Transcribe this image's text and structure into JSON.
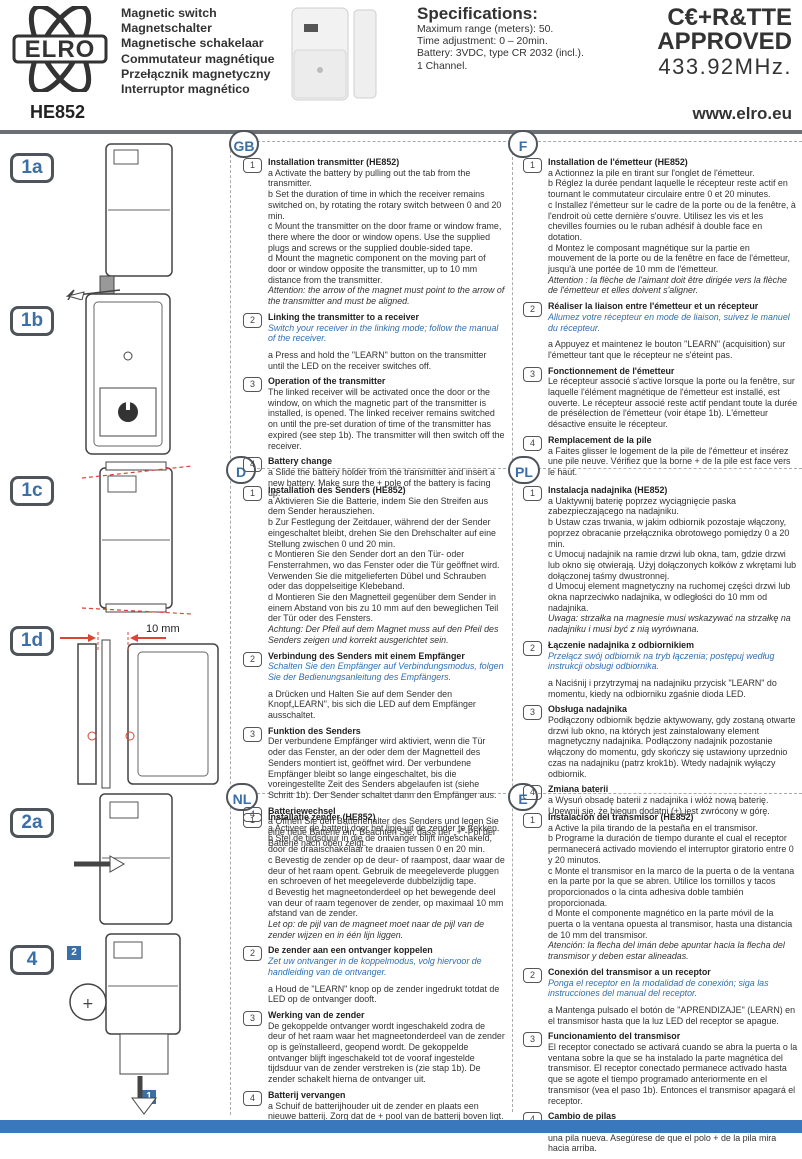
{
  "header": {
    "logo_text": "ELRO",
    "model": "HE852",
    "titles": [
      "Magnetic switch",
      "Magnetschalter",
      "Magnetische schakelaar",
      "Commutateur magnétique",
      "Przełącznik magnetyczny",
      "Interruptor magnético"
    ],
    "specs_title": "Specifications:",
    "specs": [
      "Maximum range (meters): 50.",
      "Time adjustment: 0 – 20min.",
      "Battery: 3VDC, type CR 2032 (incl.).",
      "1 Channel."
    ],
    "cert_line1": "C€+R&TTE",
    "cert_line2": "APPROVED",
    "frequency": "433.92MHz.",
    "website": "www.elro.eu"
  },
  "figures": {
    "steps": [
      "1a",
      "1b",
      "1c",
      "1d",
      "2a",
      "4"
    ],
    "dimension": "10 mm",
    "label_2": "2",
    "label_1": "1"
  },
  "languages": {
    "GB": {
      "code": "GB",
      "s1_num": "1",
      "s1_title": "Installation transmitter (HE852)",
      "s1_a": "a Activate the battery by pulling out the tab from the transmitter.",
      "s1_b": "b Set the duration of time in which the receiver remains switched on, by rotating the rotary switch between 0 and 20 min.",
      "s1_c": "c Mount the transmitter on the door frame or window frame, there where the door or window opens. Use the supplied plugs and screws or the supplied double-sided tape.",
      "s1_d": "d Mount the magnetic component on the moving part of door or window opposite the transmitter, up to 10 mm distance from the transmitter.",
      "s1_note": "Attention: the arrow of the magnet must point to the arrow of the transmitter and must be aligned.",
      "s2_num": "2",
      "s2_title": "Linking the transmitter to a receiver",
      "s2_blue": "Switch your receiver in the linking mode; follow the manual of the receiver.",
      "s2_a": "a Press and hold the \"LEARN\" button on the transmitter until the LED on the receiver switches off.",
      "s3_num": "3",
      "s3_title": "Operation of the transmitter",
      "s3_text": "The linked receiver will be activated once the door or the window, on which the magnetic part of the transmitter is installed, is opened. The linked receiver remains switched on until the pre-set duration of time of the transmitter has expired (see step 1b). The transmitter will then switch off the receiver.",
      "s4_num": "4",
      "s4_title": "Battery change",
      "s4_a": "a Slide the battery holder from the transmitter and insert a new battery. Make sure the + pole of the battery is facing up."
    },
    "F": {
      "code": "F",
      "s1_num": "1",
      "s1_title": "Installation de l'émetteur (HE852)",
      "s1_a": "a Actionnez la pile en tirant sur l'onglet de l'émetteur.",
      "s1_b": "b Réglez la durée pendant laquelle le récepteur reste actif en tournant le commutateur circulaire entre 0 et 20 minutes.",
      "s1_c": "c Installez l'émetteur sur le cadre de la porte ou de la fenêtre, à l'endroit où cette dernière s'ouvre. Utilisez les vis et les chevilles fournies ou le ruban adhésif à double face en dotation.",
      "s1_d": "d Montez le composant magnétique sur la partie en mouvement de la porte ou de la fenêtre en face de l'émetteur, jusqu'à une portée de 10 mm de l'émetteur.",
      "s1_note": "Attention : la flèche de l'aimant doit être dirigée vers la flèche de l'émetteur et elles doivent s'aligner.",
      "s2_num": "2",
      "s2_title": "Réaliser la liaison entre l'émetteur et un récepteur",
      "s2_blue": "Allumez votre récepteur en mode de liaison, suivez le manuel du récepteur.",
      "s2_a": "a Appuyez et maintenez le bouton \"LEARN\" (acquisition) sur l'émetteur tant que le récepteur ne s'éteint pas.",
      "s3_num": "3",
      "s3_title": "Fonctionnement de l'émetteur",
      "s3_text": "Le récepteur associé s'active lorsque la porte ou la fenêtre, sur laquelle l'élément magnétique de l'émetteur est installé, est ouverte. Le récepteur associé reste actif pendant toute la durée de présélection de l'émetteur (voir étape 1b). L'émetteur désactive ensuite le récepteur.",
      "s4_num": "4",
      "s4_title": "Remplacement de la pile",
      "s4_a": "a Faites glisser le logement de la pile de l'émetteur et insérez une pile neuve. Vérifiez que la borne + de la pile est face vers le haut."
    },
    "D": {
      "code": "D",
      "s1_num": "1",
      "s1_title": "Installation des Senders (HE852)",
      "s1_a": "a Aktivieren Sie die Batterie, indem Sie den Streifen aus dem Sender herausziehen.",
      "s1_b": "b Zur Festlegung der Zeitdauer, während der der Sender eingeschaltet bleibt, drehen Sie den Drehschalter auf eine Stellung zwischen 0 und 20 min.",
      "s1_c": "c Montieren Sie den Sender dort an den Tür- oder Fensterrahmen, wo das Fenster oder die Tür geöffnet wird. Verwenden Sie die mitgelieferten Dübel und Schrauben oder das doppelseitige Klebeband.",
      "s1_d": "d Montieren Sie den Magnetteil gegenüber dem Sender in einem Abstand von bis zu 10 mm auf den beweglichen Teil der Tür oder des Fensters.",
      "s1_note": "Achtung: Der Pfeil auf dem Magnet muss auf den Pfeil des Senders zeigen und korrekt ausgerichtet sein.",
      "s2_num": "2",
      "s2_title": "Verbindung des Senders mit einem Empfänger",
      "s2_blue": "Schalten Sie den Empfänger auf Verbindungsmodus, folgen Sie der Bedienungsanleitung des Empfängers.",
      "s2_a": "a Drücken und Halten Sie auf dem Sender den Knopf„LEARN\", bis sich die LED auf dem Empfänger ausschaltet.",
      "s3_num": "3",
      "s3_title": "Funktion des Senders",
      "s3_text": "Der verbundene Empfänger wird aktiviert, wenn die Tür oder das Fenster, an der oder dem der Magnetteil des Senders montiert ist, geöffnet wird. Der verbundene Empfänger bleibt so lange eingeschaltet, bis die voreingestellte Zeit des Senders abgelaufen ist (siehe Schritt 1b). Der Sender schaltet dann den Empfänger aus.",
      "s4_num": "4",
      "s4_title": "Batteriewechsel",
      "s4_a": "a Öffnen Sie den Batteriehalter des Senders und legen Sie eine neue Batterie ein. Beachten Sie, dass der „+\"-Pol der Batterie nach oben zeigt."
    },
    "PL": {
      "code": "PL",
      "s1_num": "1",
      "s1_title": "Instalacja nadajnika (HE852)",
      "s1_a": "a Uaktywnij baterię poprzez wyciągnięcie paska zabezpieczającego na nadajniku.",
      "s1_b": "b Ustaw czas trwania, w jakim odbiornik pozostaje włączony, poprzez obracanie przełącznika obrotowego pomiędzy 0 a 20 min.",
      "s1_c": "c Umocuj nadajnik na ramie drzwi lub okna, tam, gdzie drzwi lub okno się otwierają. Użyj dołączonych kołków z wkrętami lub dołączonej taśmy dwustronnej.",
      "s1_d": "d Umocuj element magnetyczny na ruchomej części drzwi lub okna naprzeciwko nadajnika, w odległości do 10 mm od nadajnika.",
      "s1_note": "Uwaga: strzałka na magnesie musi wskazywać na strzałkę na nadajniku i musi być z nią wyrównana.",
      "s2_num": "2",
      "s2_title": "Łączenie nadajnika z odbiornikiem",
      "s2_blue": "Przełącz swój odbiornik na tryb łączenia; postępuj według instrukcji obsługi odbiornika.",
      "s2_a": "a Naciśnij i przytrzymaj na nadajniku przycisk \"LEARN\" do momentu, kiedy na odbiorniku zgaśnie dioda LED.",
      "s3_num": "3",
      "s3_title": "Obsługa nadajnika",
      "s3_text": "Podłączony odbiornik będzie aktywowany, gdy zostaną otwarte drzwi lub okno, na których jest zainstalowany element magnetyczny nadajnika. Podłączony nadajnik pozostanie włączony do momentu, gdy skończy się ustawiony uprzednio czas na nadajniku (patrz krok1b). Wtedy nadajnik wyłączy odbiornik.",
      "s4_num": "4",
      "s4_title": "Zmiana baterii",
      "s4_a": "a Wysuń obsadę baterii z nadajnika i włóż nową baterię. Upewnij się, że biegun dodatni (+) jest zwrócony w górę."
    },
    "NL": {
      "code": "NL",
      "s1_num": "1",
      "s1_title": "Installatie zender (HE852)",
      "s1_a": "a Activeer de batterij door het lipje uit de zender te trekken.",
      "s1_b": "b Stel de tijdsduur in die de ontvanger blijft ingeschakeld, door de draaischakelaar te draaien tussen 0 en 20 min.",
      "s1_c": "c Bevestig de zender op de deur- of raampost, daar waar de deur of het raam opent. Gebruik de meegeleverde pluggen en schroeven of het meegeleverde dubbelzijdig tape.",
      "s1_d": "d Bevestig het magneetonderdeel op het bewegende deel van deur of raam tegenover de zender, op maximaal 10 mm afstand van de zender.",
      "s1_note": "Let op: de pijl van de magneet moet naar de pijl van de zender wijzen en in één lijn liggen.",
      "s2_num": "2",
      "s2_title": "De zender aan een ontvanger koppelen",
      "s2_blue": "Zet uw ontvanger in de koppelmodus, volg hiervoor de handleiding van de ontvanger.",
      "s2_a": "a Houd de \"LEARN\" knop op de zender ingedrukt totdat de LED op de ontvanger dooft.",
      "s3_num": "3",
      "s3_title": "Werking van de zender",
      "s3_text": "De gekoppelde ontvanger wordt ingeschakeld zodra de deur of het raam waar het magneetonderdeel van de zender op is geïnstalleerd, geopend wordt. De gekoppelde ontvanger blijft ingeschakeld tot de vooraf ingestelde tijdsduur van de zender verstreken is (zie stap 1b). De zender schakelt hierna de ontvanger uit.",
      "s4_num": "4",
      "s4_title": "Batterij vervangen",
      "s4_a": "a Schuif de batterijhouder uit de zender en plaats een nieuwe batterij. Zorg dat de + pool van de batterij boven ligt."
    },
    "E": {
      "code": "E",
      "s1_num": "1",
      "s1_title": "Instalación del transmisor (HE852)",
      "s1_a": "a Active la pila tirando de la pestaña en el transmisor.",
      "s1_b": "b Programe la duración de tiempo durante el cual el receptor permanecerá activado moviendo el interruptor giratorio entre 0 y 20 minutos.",
      "s1_c": "c Monte el transmisor en la marco de la puerta o de la ventana en la parte por la que se abren. Utilice los tornillos y tacos proporcionados o la cinta adhesiva doble también proporcionada.",
      "s1_d": "d Monte el componente magnético en la parte móvil de la puerta o la ventana opuesta al transmisor, hasta una distancia de 10 mm del transmisor.",
      "s1_note": "Atención: la flecha del imán debe apuntar hacia la flecha del transmisor y deben estar alineadas.",
      "s2_num": "2",
      "s2_title": "Conexión del transmisor a un receptor",
      "s2_blue": "Ponga el receptor en la modalidad de conexión; siga las instrucciones del manual del receptor.",
      "s2_a": "a Mantenga pulsado el botón de \"APRENDIZAJE\" (LEARN) en el transmisor hasta que la luz LED del receptor se apague.",
      "s3_num": "3",
      "s3_title": "Funcionamiento del transmisor",
      "s3_text": "El receptor conectado se activará cuando se abra la puerta o la ventana sobre la que se ha instalado la parte magnética del transmisor. El receptor conectado permanece activado hasta que se agote el tiempo programado anteriormente en el transmisor (vea el paso 1b). Entonces el transmisor apagará el receptor.",
      "s4_num": "4",
      "s4_title": "Cambio de pilas",
      "s4_a": "a Deslice el soporte de las pilas del transmisor e introduzca una pila nueva. Asegúrese de que el polo + de la pila mira hacia arriba."
    }
  }
}
